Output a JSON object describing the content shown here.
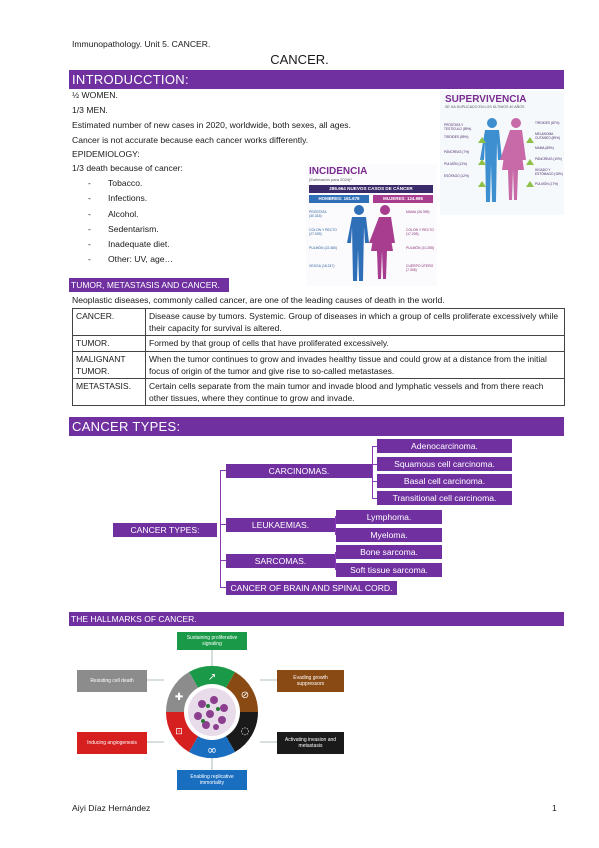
{
  "header": {
    "course": "Immunopathology. Unit 5. CANCER.",
    "title": "CANCER."
  },
  "intro": {
    "heading": "INTRODUCCTION:",
    "lines": [
      "½ WOMEN.",
      "1/3 MEN.",
      "Estimated number of new cases in 2020, worldwide, both sexes, all ages.",
      "Cancer is not accurate because each cancer works differently.",
      "EPIDEMIOLOGY:",
      "1/3 death because of cancer:"
    ],
    "causes": [
      "Tobacco.",
      "Infections.",
      "Alcohol.",
      "Sedentarism.",
      "Inadequate diet.",
      "Other: UV, age…"
    ],
    "bullet": "-"
  },
  "infographic_incidencia": {
    "title": "INCIDENCIA",
    "subtitle": "(Estimación para 2024)*",
    "banner": "286.664 NUEVOS CASOS DE CÁNCER",
    "men": "HOMBRES: 161.678",
    "women": "MUJERES: 124.986",
    "left_labels": [
      "PRÓSTATA (30.316)",
      "COLON Y RECTO (27.009)",
      "PULMÓN (22.480)",
      "VEJIGA (18.247)"
    ],
    "right_labels": [
      "MAMA (36.395)",
      "COLON Y RECTO (17.205)",
      "PULMÓN (10.285)",
      "CUERPO ÚTERO (7.306)"
    ]
  },
  "infographic_supervivencia": {
    "title": "SUPERVIVENCIA",
    "subtitle": "SE HA DUPLICADO EN LOS ÚLTIMOS 40 AÑOS",
    "left_labels": [
      "PRÓSTATA Y TESTÍCULO (89%)",
      "TIROIDES (85%)",
      "PÁNCREAS (7%)",
      "PULMÓN (12%)",
      "ESÓFAGO (12%)"
    ],
    "right_labels": [
      "TIROIDES (87%)",
      "MELANOMA CUTÁNEO (89%)",
      "MAMA (85%)",
      "PÁNCREAS (10%)",
      "HÍGADO Y ESTÓMAGO (18%)",
      "PULMÓN (17%)"
    ]
  },
  "tumor_section": {
    "heading": "TUMOR, METASTASIS AND CANCER.",
    "intro": "Neoplastic diseases, commonly called cancer, are one of the leading causes of death in the world.",
    "rows": [
      {
        "term": "CANCER.",
        "definition": "Disease cause by tumors. Systemic. Group of diseases in which a group of cells proliferate excessively while their capacity for survival is altered."
      },
      {
        "term": "TUMOR.",
        "definition": "Formed by that group of cells that have proliferated excessively."
      },
      {
        "term": "MALIGNANT TUMOR.",
        "definition": "When the tumor continues to grow and invades healthy tissue and could grow at a distance from the initial focus of origin of the tumor and give rise to so-called metastases."
      },
      {
        "term": "METASTASIS.",
        "definition": "Certain cells separate from the main tumor and invade blood and lymphatic vessels and from there reach other tissues, where they continue to grow and invade."
      }
    ]
  },
  "cancer_types": {
    "heading": "CANCER TYPES:",
    "root": "CANCER TYPES:",
    "carcinomas": "CARCINOMAS.",
    "carcinoma_children": [
      "Adenocarcinoma.",
      "Squamous cell carcinoma.",
      "Basal cell carcinoma.",
      "Transitional cell carcinoma."
    ],
    "leukaemias": "LEUKAEMIAS.",
    "leukaemia_children": [
      "Lymphoma.",
      "Myeloma."
    ],
    "sarcomas": "SARCOMAS.",
    "sarcoma_children": [
      "Bone sarcoma.",
      "Soft tissue sarcoma."
    ],
    "brain": "CANCER OF BRAIN AND SPINAL CORD."
  },
  "hallmarks": {
    "heading": "THE HALLMARKS OF CANCER.",
    "labels": {
      "top": "Sustaining proliferative signaling",
      "top_right": "Evading growth suppressors",
      "right": "Activating invasion and metastasis",
      "bottom": "Enabling replicative immortality",
      "left_bottom": "Inducing angiogenesis",
      "left_top": "Resisting cell death"
    },
    "colors": {
      "green": "#1a9a48",
      "brown": "#8a4a14",
      "black": "#1a1a1a",
      "blue": "#1a6ec0",
      "red": "#d61f1f",
      "gray": "#8c8c8c"
    }
  },
  "footer": {
    "author": "Aiyi Díaz Hernández",
    "page": "1"
  }
}
